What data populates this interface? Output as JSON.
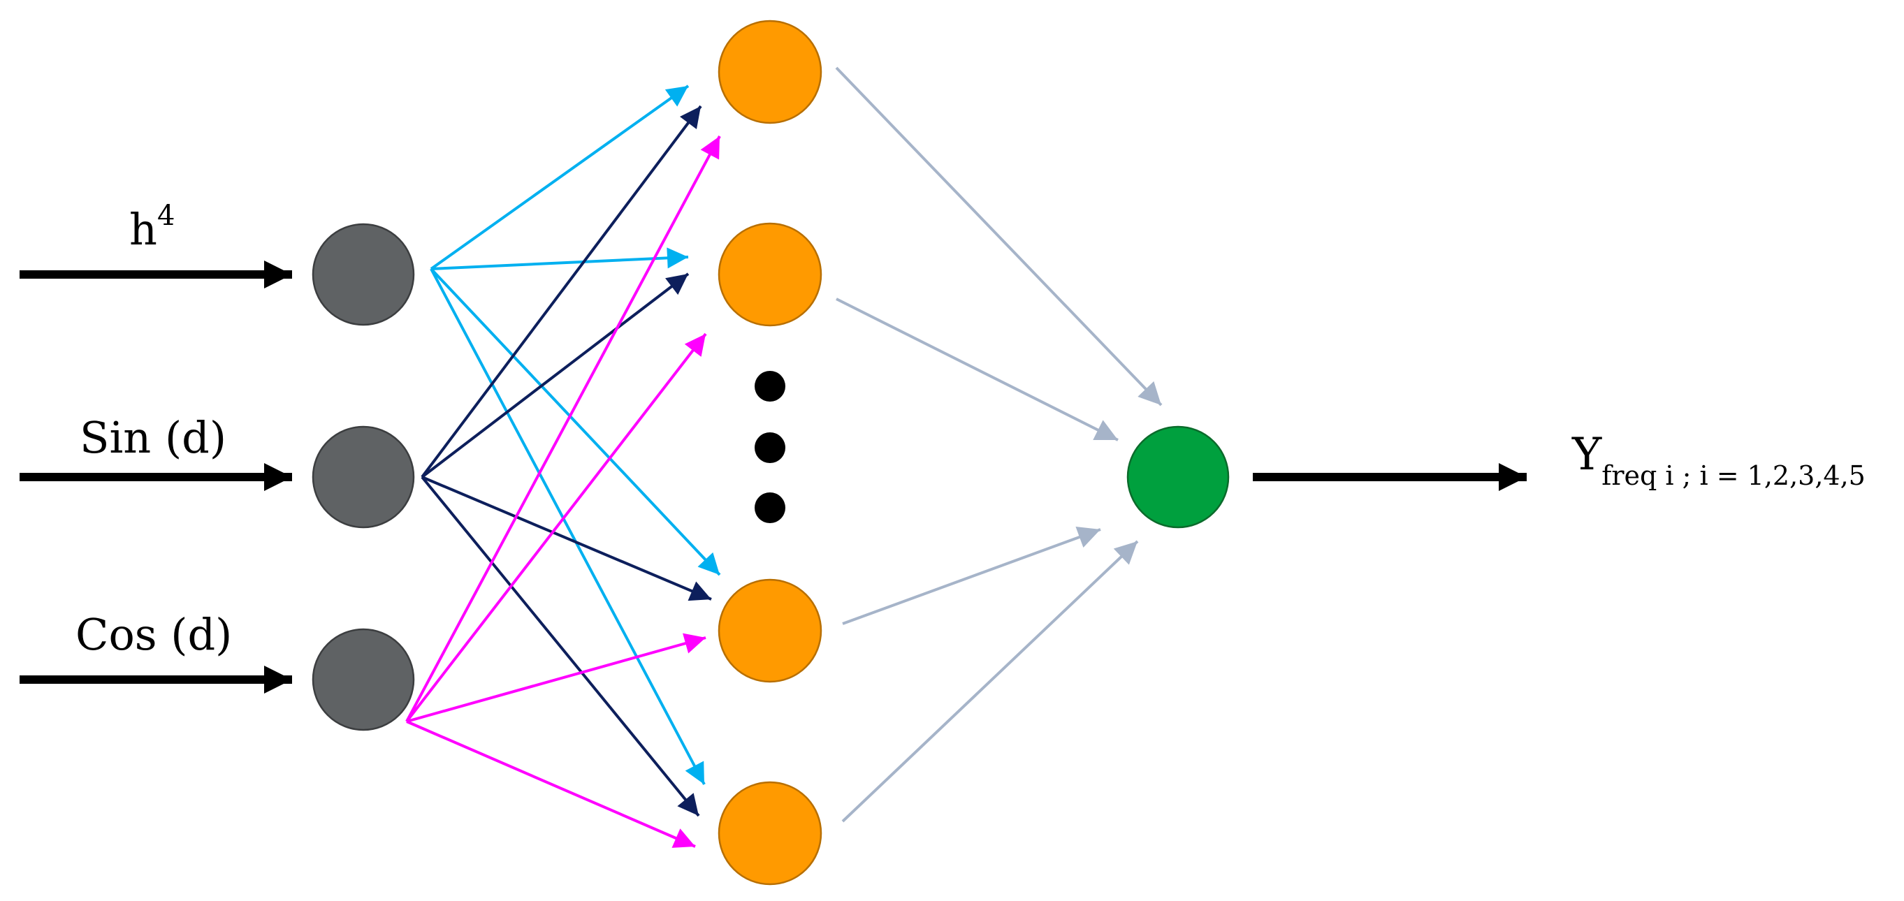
{
  "inputs": [
    {
      "id": "h4",
      "label_base": "h",
      "label_sup": "4"
    },
    {
      "id": "sin",
      "label": "Sin (d)"
    },
    {
      "id": "cos",
      "label": "Cos (d)"
    }
  ],
  "output": {
    "label_main": "Y",
    "label_sub": "freq i ; i = 1,2,3,4,5"
  },
  "colors": {
    "input_node": "#5f6264",
    "hidden_node": "#ff9a00",
    "output_node": "#00a03e",
    "from_h4": "#00b0f0",
    "from_sin": "#0d1f5c",
    "from_cos": "#ff00ff",
    "hidden_to_output": "#a6b4c9",
    "io_arrow": "#000000"
  }
}
